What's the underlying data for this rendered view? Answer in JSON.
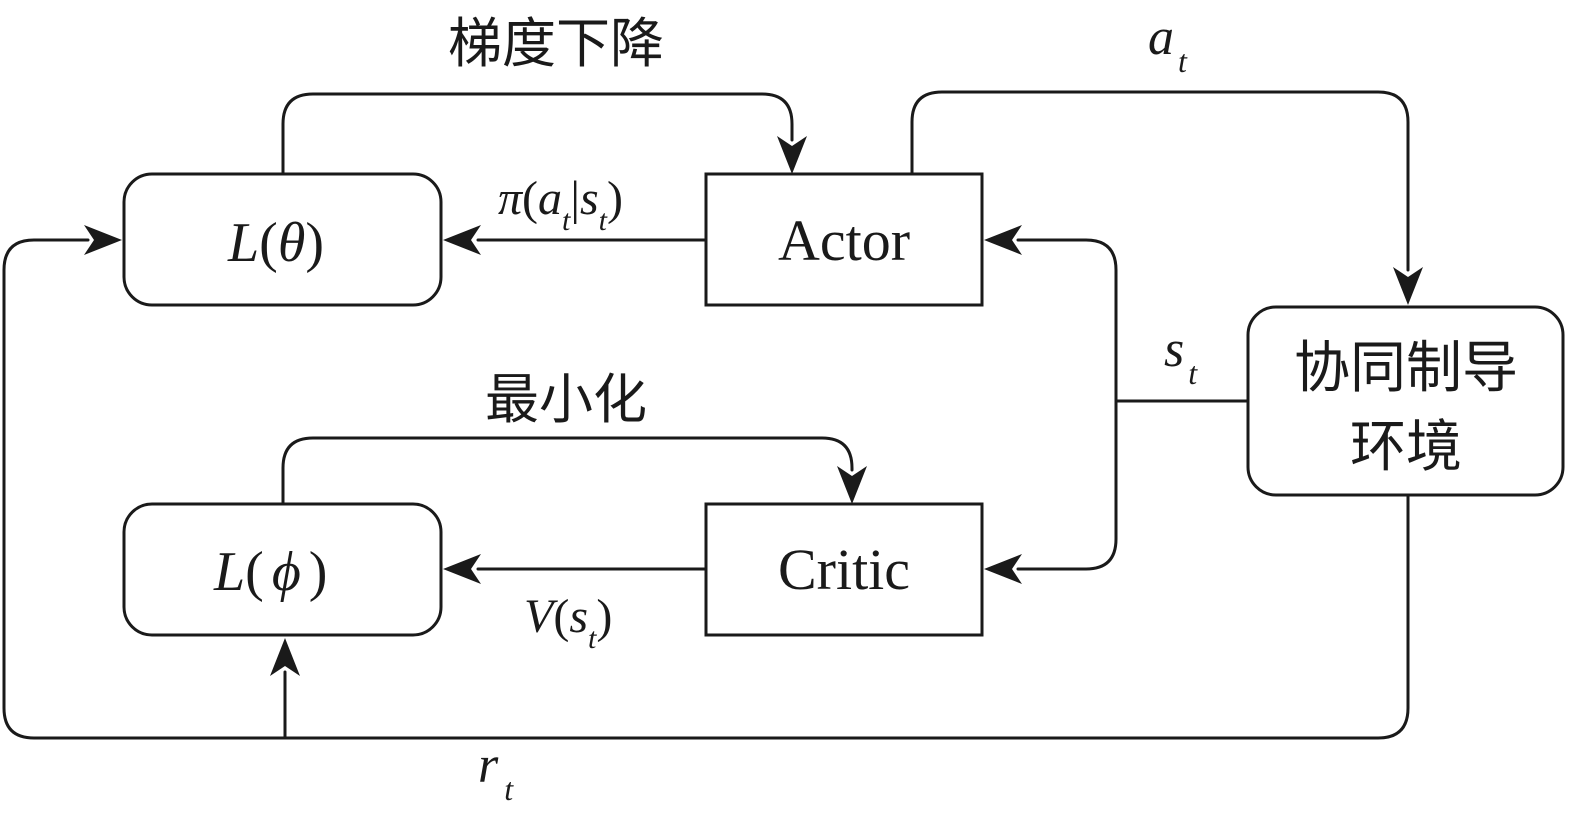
{
  "nodes": {
    "loss_theta": {
      "func": "L",
      "open_paren": "(",
      "symbol": "θ",
      "close_paren": ")"
    },
    "loss_phi": {
      "func": "L",
      "open_paren": "(",
      "symbol": "ϕ",
      "close_paren": ")"
    },
    "actor": {
      "label": "Actor"
    },
    "critic": {
      "label": "Critic"
    },
    "environment": {
      "line1": "协同制导",
      "line2": "环境"
    }
  },
  "edges": {
    "gradient_descent": {
      "label": "梯度下降"
    },
    "minimize": {
      "label": "最小化"
    },
    "policy": {
      "pi": "π",
      "open_paren": "(",
      "a": "a",
      "t_sub_1": "t",
      "bar": "|",
      "s": "s",
      "t_sub_2": "t",
      "close_paren": ")"
    },
    "value": {
      "v": "V",
      "open_paren": "(",
      "s": "s",
      "t_sub": "t",
      "close_paren": ")"
    },
    "action": {
      "symbol": "a",
      "sub": "t"
    },
    "state": {
      "symbol": "s",
      "sub": "t"
    },
    "reward": {
      "symbol": "r",
      "sub": "t"
    }
  }
}
